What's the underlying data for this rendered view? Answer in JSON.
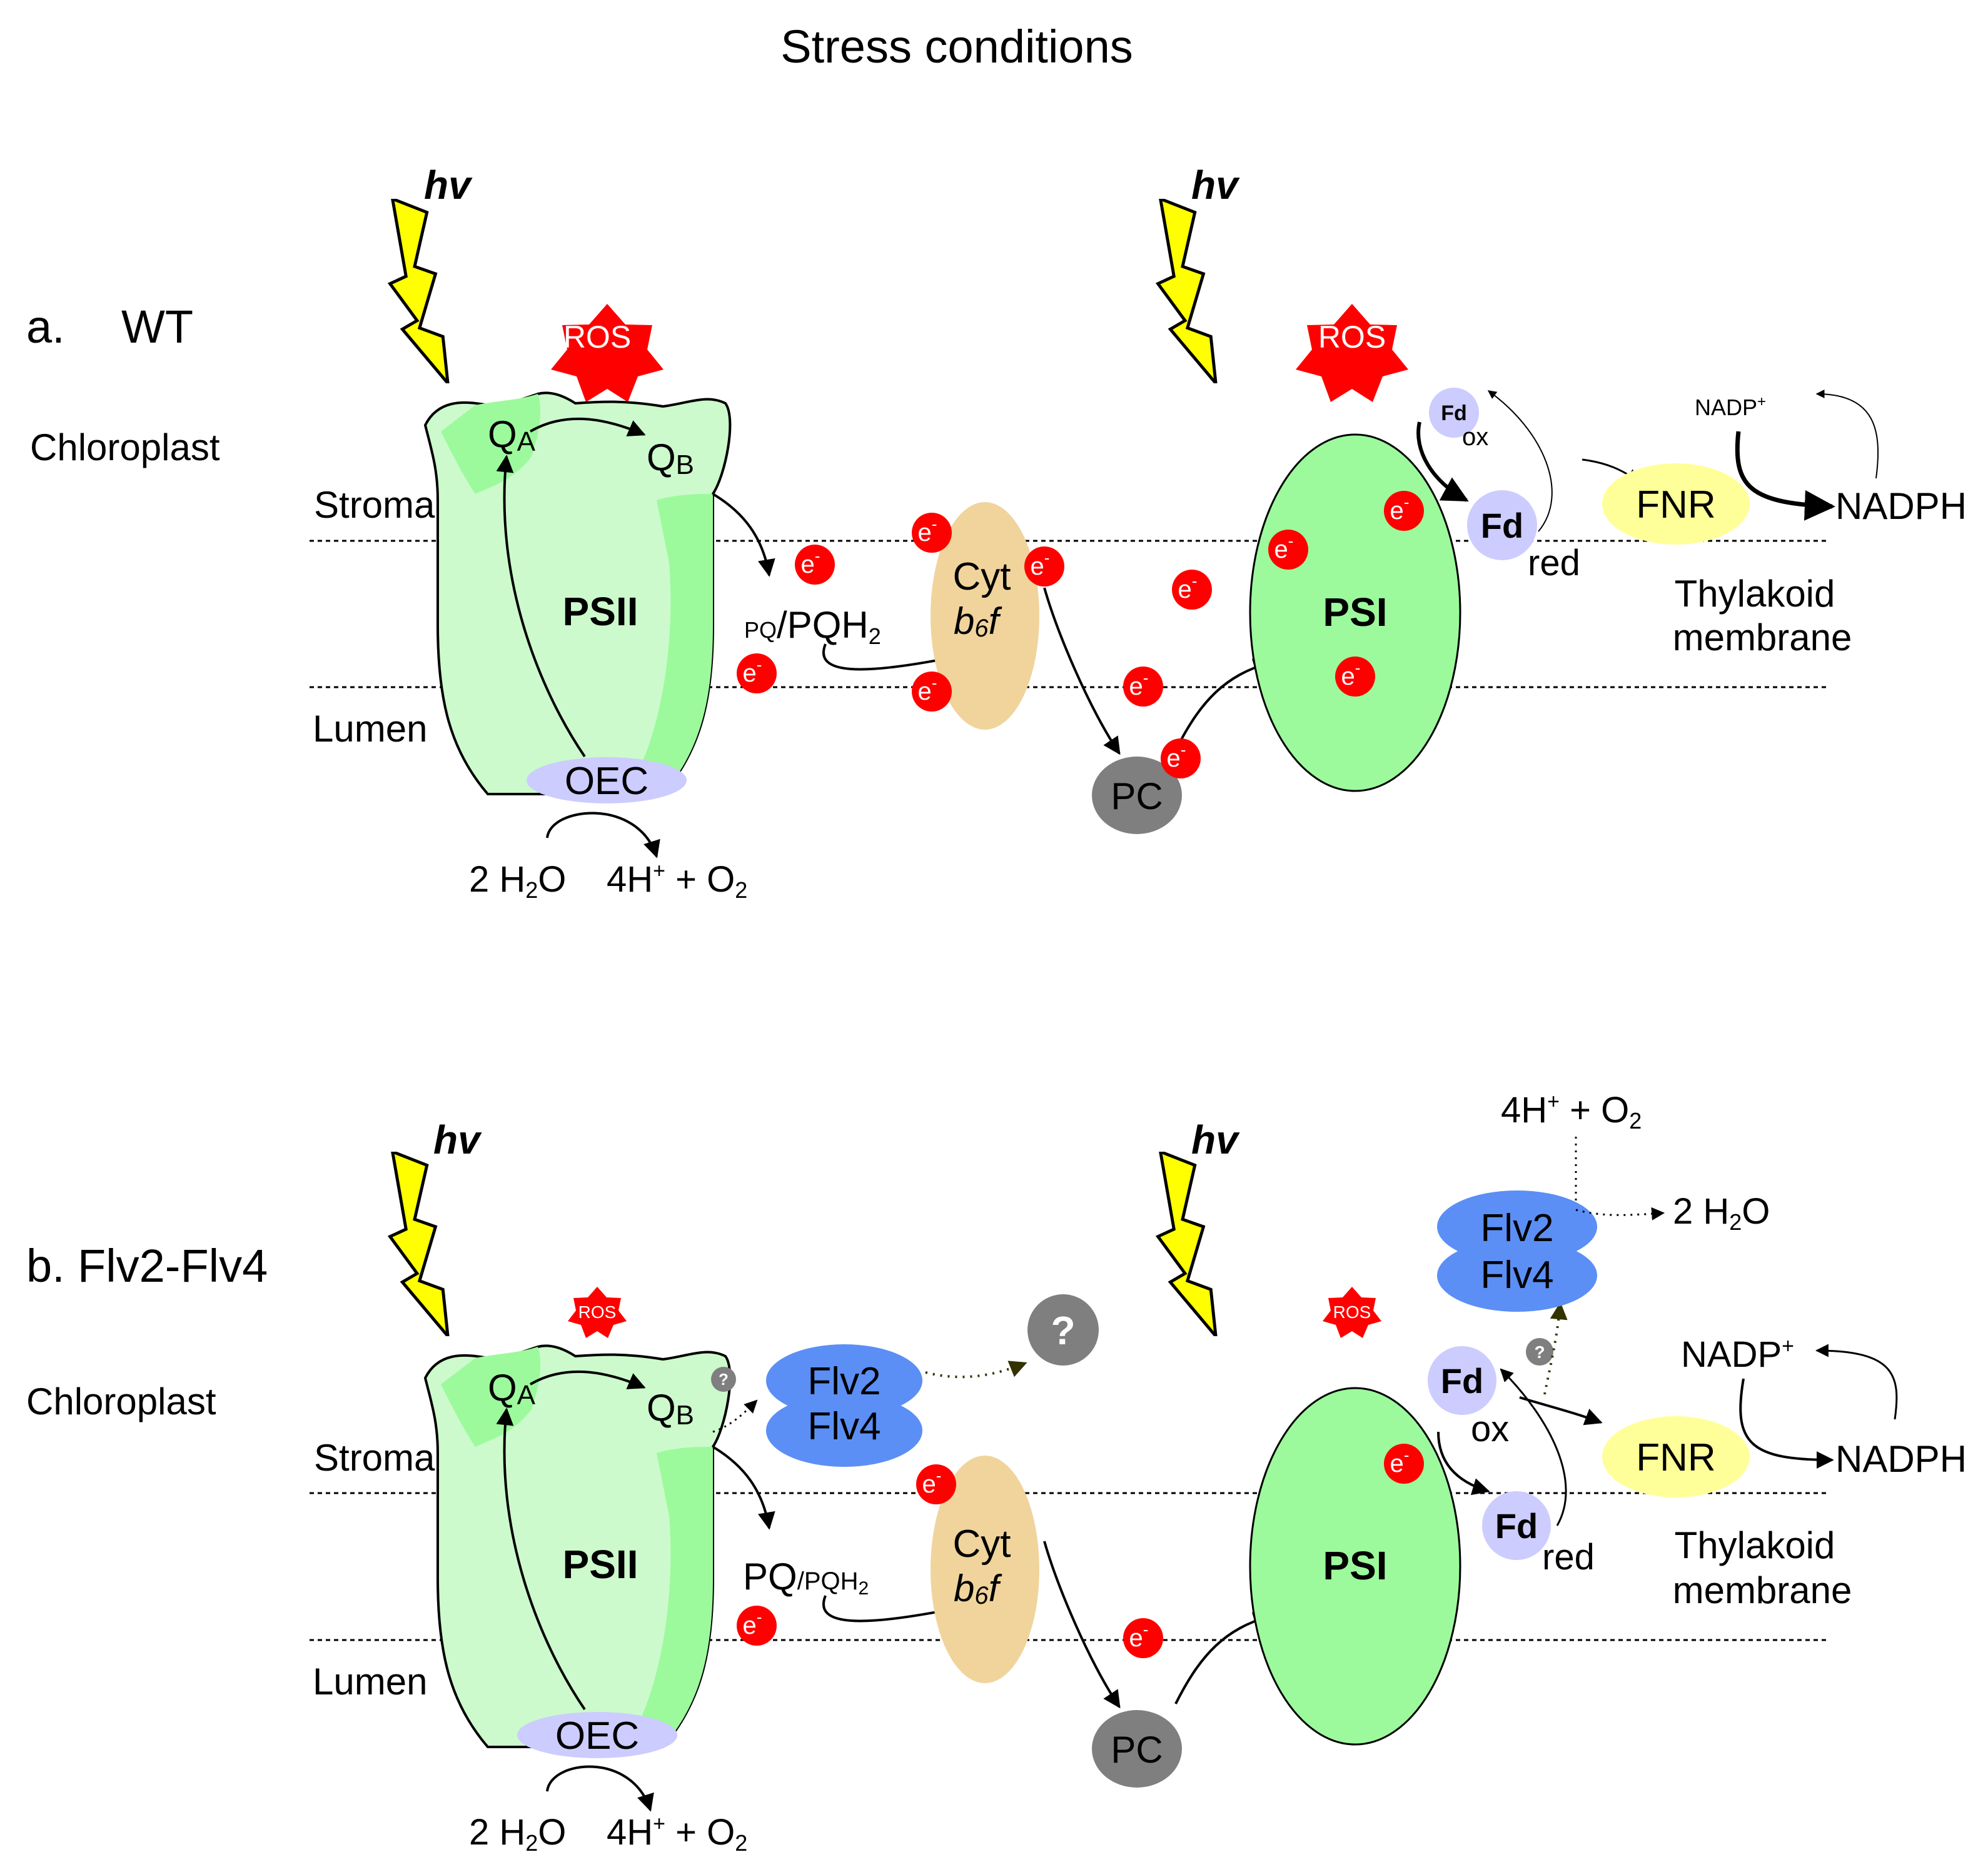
{
  "title": "Stress conditions",
  "light_symbol": "hv",
  "panels": [
    {
      "label_letter": "a.",
      "label_name": "WT",
      "compartment": "Chloroplast",
      "stroma": "Stroma",
      "lumen": "Lumen",
      "membrane_line1": "Thylakoid",
      "membrane_line2": "membrane",
      "ros_psii": "ROS",
      "ros_psi": "ROS",
      "qa": "Q",
      "qa_sub": "A",
      "qb": "Q",
      "qb_sub": "B",
      "psii": "PSII",
      "oec": "OEC",
      "water_left": "2 H",
      "water_sub": "2",
      "water_o": "O",
      "oxygen_prod": "4H",
      "oxygen_sup": "+",
      "oxygen_rest": " + O",
      "oxygen_sub": "2",
      "pq": "PQ",
      "pqh": "/PQH",
      "pqh_sub": "2",
      "cyt": "Cyt",
      "b6f": "b",
      "b6f_sub": "6",
      "b6f_f": "f",
      "pc": "PC",
      "psi": "PSI",
      "fd_ox": "Fd",
      "fd_ox_label": "ox",
      "fd_red": "Fd",
      "fd_red_label": "red",
      "fnr": "FNR",
      "nadp": "NADP",
      "nadp_sup": "+",
      "nadph": "NADPH",
      "electron": "e",
      "electron_sup": "-"
    },
    {
      "label_letter": "b.",
      "label_name": "Flv2-Flv4",
      "compartment": "Chloroplast",
      "stroma": "Stroma",
      "lumen": "Lumen",
      "membrane_line1": "Thylakoid",
      "membrane_line2": "membrane",
      "ros_psii": "ROS",
      "ros_psi": "ROS",
      "flv2": "Flv2",
      "flv4": "Flv4",
      "question": "?",
      "pq": "PQ",
      "pqh": "/PQH",
      "fd_ox_label": "ox",
      "fd_red_label": "red",
      "o2_top": "4H",
      "o2_top_sup": "+",
      "o2_top_rest": " + O",
      "o2_top_sub": "2",
      "water_right": "2 H",
      "water_right_sub": "2",
      "water_right_o": "O"
    }
  ],
  "colors": {
    "psii_light": "#ccfacc",
    "psii_mid": "#9cfa9c",
    "psi": "#9cfa9c",
    "cyt": "#f0d49c",
    "pc": "#7f7f7f",
    "oec": "#ccccff",
    "fd": "#ccccff",
    "fnr": "#ffff99",
    "flv": "#5b8ff5",
    "electron": "#ff0000",
    "ros": "#ff0000",
    "lightning": "#ffff00"
  }
}
